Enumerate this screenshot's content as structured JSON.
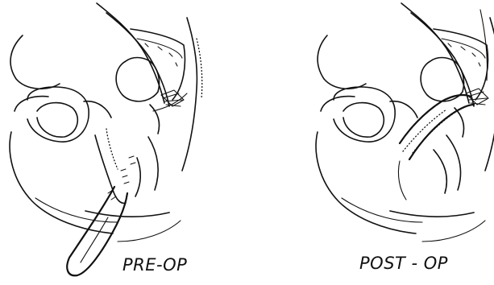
{
  "figure": {
    "panels": [
      {
        "id": "pre-op",
        "caption": "PRE-OP"
      },
      {
        "id": "post-op",
        "caption": "POST - OP"
      }
    ]
  }
}
